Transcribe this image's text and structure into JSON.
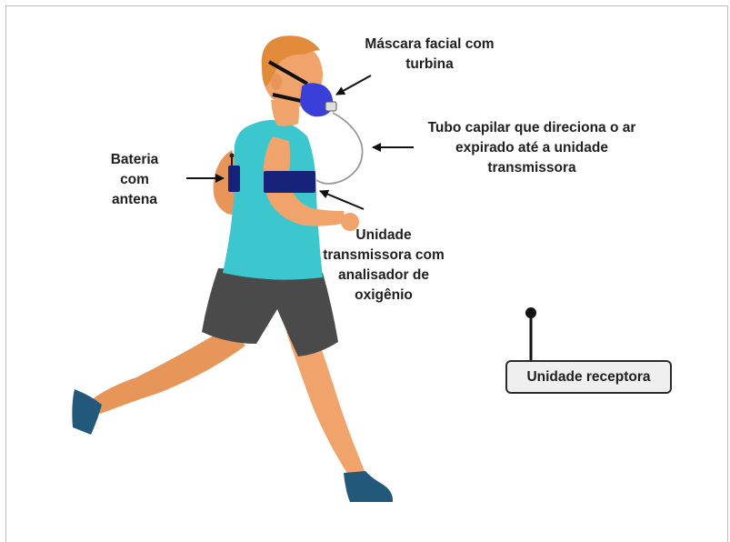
{
  "labels": {
    "mask": "Máscara facial com\nturbina",
    "tube": "Tubo capilar que direciona o ar\nexpirado até a unidade\ntransmissora",
    "battery": "Bateria\ncom\nantena",
    "transmitter": "Unidade\ntransmissora com\nanalisador de\noxigênio",
    "receiver": "Unidade receptora"
  },
  "colors": {
    "mask": "#3a3fd9",
    "unit": "#17237a",
    "shirt": "#3cc6cd",
    "shorts": "#4a4a4a",
    "skin": "#f0a36a",
    "hair": "#e08a3a",
    "shoe": "#22597a"
  }
}
